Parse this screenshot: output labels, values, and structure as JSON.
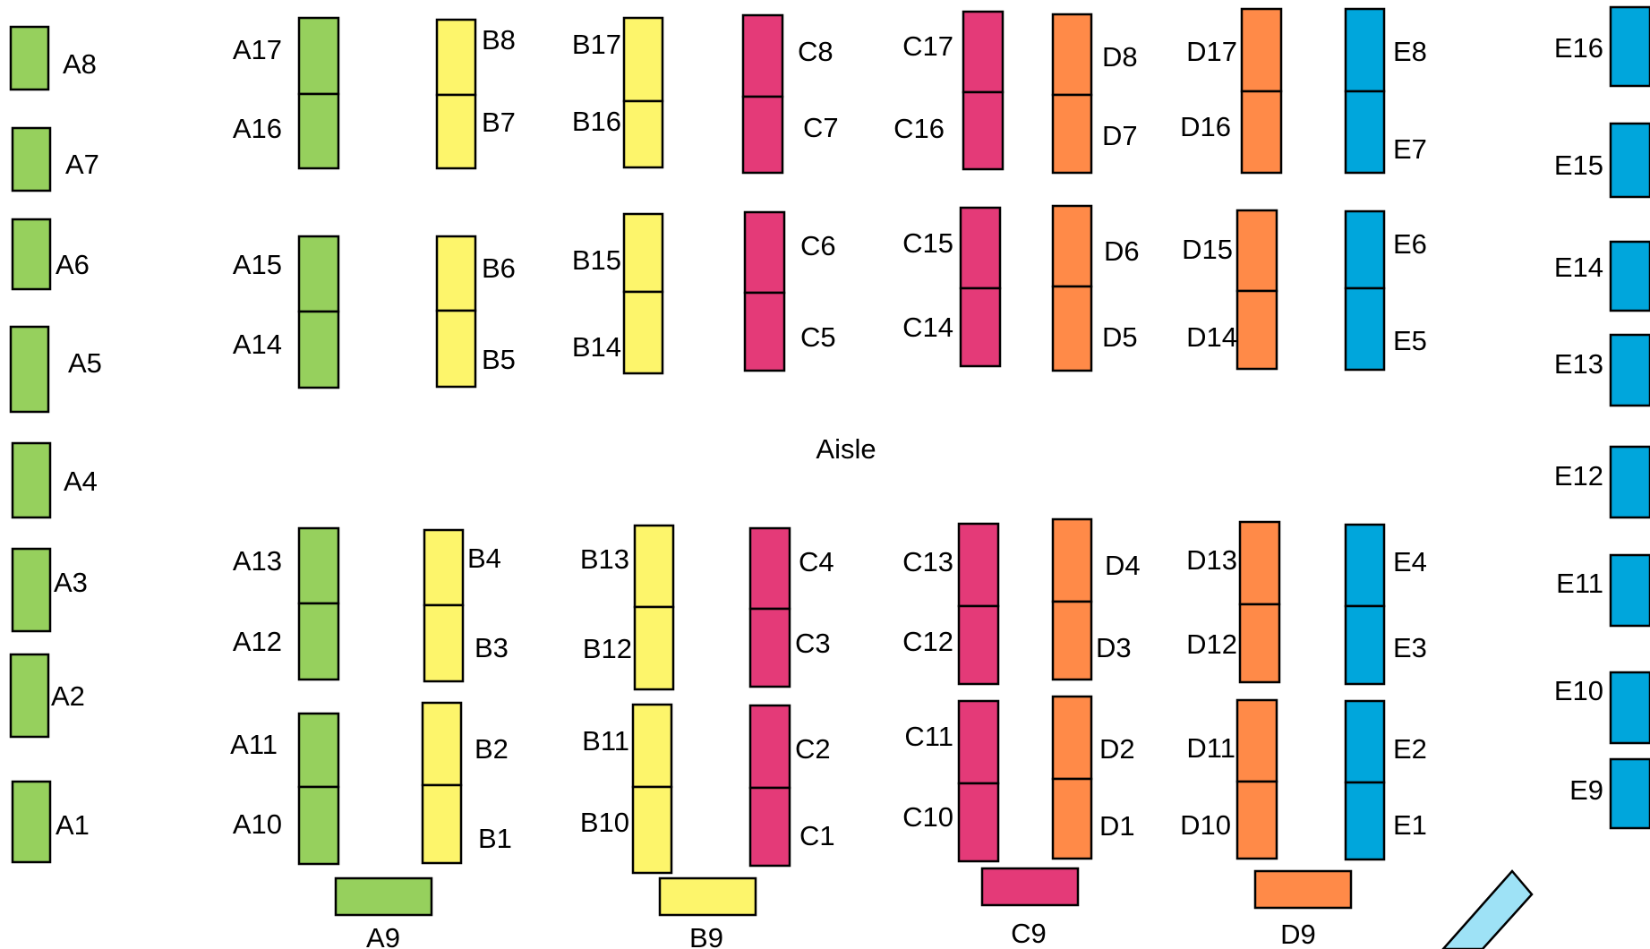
{
  "colors": {
    "A": "#96d05d",
    "B": "#fdf56b",
    "C": "#e43a78",
    "D": "#ff8a48",
    "E": "#00a6dc",
    "entrance": "#9ee2f6"
  },
  "aisle_label": "Aisle",
  "booths": [
    {
      "id": "A8",
      "group": "A"
    },
    {
      "id": "A7",
      "group": "A"
    },
    {
      "id": "A6",
      "group": "A"
    },
    {
      "id": "A5",
      "group": "A"
    },
    {
      "id": "A4",
      "group": "A"
    },
    {
      "id": "A3",
      "group": "A"
    },
    {
      "id": "A2",
      "group": "A"
    },
    {
      "id": "A1",
      "group": "A"
    },
    {
      "id": "A17",
      "group": "A"
    },
    {
      "id": "A16",
      "group": "A"
    },
    {
      "id": "A15",
      "group": "A"
    },
    {
      "id": "A14",
      "group": "A"
    },
    {
      "id": "A13",
      "group": "A"
    },
    {
      "id": "A12",
      "group": "A"
    },
    {
      "id": "A11",
      "group": "A"
    },
    {
      "id": "A10",
      "group": "A"
    },
    {
      "id": "A9",
      "group": "A"
    },
    {
      "id": "B8",
      "group": "B"
    },
    {
      "id": "B7",
      "group": "B"
    },
    {
      "id": "B6",
      "group": "B"
    },
    {
      "id": "B5",
      "group": "B"
    },
    {
      "id": "B4",
      "group": "B"
    },
    {
      "id": "B3",
      "group": "B"
    },
    {
      "id": "B2",
      "group": "B"
    },
    {
      "id": "B1",
      "group": "B"
    },
    {
      "id": "B17",
      "group": "B"
    },
    {
      "id": "B16",
      "group": "B"
    },
    {
      "id": "B15",
      "group": "B"
    },
    {
      "id": "B14",
      "group": "B"
    },
    {
      "id": "B13",
      "group": "B"
    },
    {
      "id": "B12",
      "group": "B"
    },
    {
      "id": "B11",
      "group": "B"
    },
    {
      "id": "B10",
      "group": "B"
    },
    {
      "id": "B9",
      "group": "B"
    },
    {
      "id": "C8",
      "group": "C"
    },
    {
      "id": "C7",
      "group": "C"
    },
    {
      "id": "C6",
      "group": "C"
    },
    {
      "id": "C5",
      "group": "C"
    },
    {
      "id": "C4",
      "group": "C"
    },
    {
      "id": "C3",
      "group": "C"
    },
    {
      "id": "C2",
      "group": "C"
    },
    {
      "id": "C1",
      "group": "C"
    },
    {
      "id": "C17",
      "group": "C"
    },
    {
      "id": "C16",
      "group": "C"
    },
    {
      "id": "C15",
      "group": "C"
    },
    {
      "id": "C14",
      "group": "C"
    },
    {
      "id": "C13",
      "group": "C"
    },
    {
      "id": "C12",
      "group": "C"
    },
    {
      "id": "C11",
      "group": "C"
    },
    {
      "id": "C10",
      "group": "C"
    },
    {
      "id": "C9",
      "group": "C"
    },
    {
      "id": "D8",
      "group": "D"
    },
    {
      "id": "D7",
      "group": "D"
    },
    {
      "id": "D6",
      "group": "D"
    },
    {
      "id": "D5",
      "group": "D"
    },
    {
      "id": "D4",
      "group": "D"
    },
    {
      "id": "D3",
      "group": "D"
    },
    {
      "id": "D2",
      "group": "D"
    },
    {
      "id": "D1",
      "group": "D"
    },
    {
      "id": "D17",
      "group": "D"
    },
    {
      "id": "D16",
      "group": "D"
    },
    {
      "id": "D15",
      "group": "D"
    },
    {
      "id": "D14",
      "group": "D"
    },
    {
      "id": "D13",
      "group": "D"
    },
    {
      "id": "D12",
      "group": "D"
    },
    {
      "id": "D11",
      "group": "D"
    },
    {
      "id": "D10",
      "group": "D"
    },
    {
      "id": "D9",
      "group": "D"
    },
    {
      "id": "E8",
      "group": "E"
    },
    {
      "id": "E7",
      "group": "E"
    },
    {
      "id": "E6",
      "group": "E"
    },
    {
      "id": "E5",
      "group": "E"
    },
    {
      "id": "E4",
      "group": "E"
    },
    {
      "id": "E3",
      "group": "E"
    },
    {
      "id": "E2",
      "group": "E"
    },
    {
      "id": "E1",
      "group": "E"
    },
    {
      "id": "E16",
      "group": "E"
    },
    {
      "id": "E15",
      "group": "E"
    },
    {
      "id": "E14",
      "group": "E"
    },
    {
      "id": "E13",
      "group": "E"
    },
    {
      "id": "E12",
      "group": "E"
    },
    {
      "id": "E11",
      "group": "E"
    },
    {
      "id": "E10",
      "group": "E"
    },
    {
      "id": "E9",
      "group": "E"
    }
  ]
}
